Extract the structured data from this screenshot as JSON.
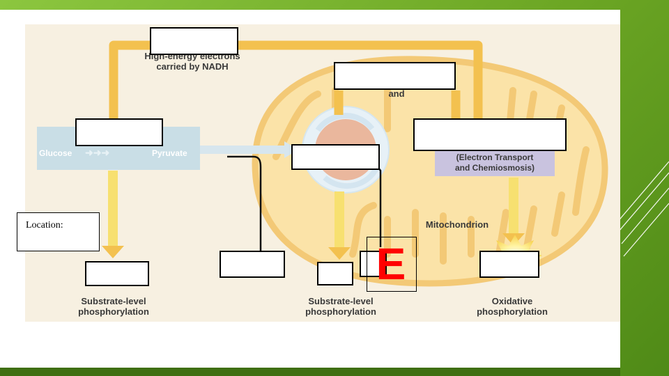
{
  "diagram": {
    "labels": {
      "nadh": "High-energy electrons\ncarried by NADH",
      "and": "and",
      "glucose": "Glucose",
      "pyruvate": "Pyruvate",
      "etc": "(Electron Transport\nand Chemiosmosis)",
      "mitochondrion": "Mitochondrion",
      "substrate_left": "Substrate-level\nphosphorylation",
      "substrate_mid": "Substrate-level\nphosphorylation",
      "oxidative": "Oxidative\nphosphorylation"
    },
    "location_label": "Location:",
    "marker_letter": "E"
  },
  "colors": {
    "arrow": "#f3c14f",
    "arrow_glow": "#fbe3a0",
    "mito_fill": "#fbe3a8",
    "glycolysis_box": "#c9dee6",
    "etc_box": "#c9c3df",
    "background_green": "#7ab32e",
    "marker_red": "#ff0000"
  }
}
